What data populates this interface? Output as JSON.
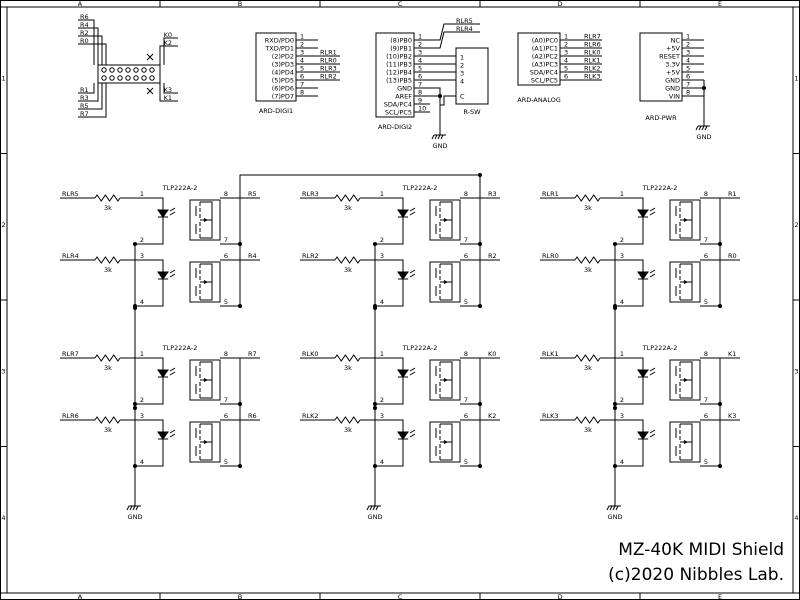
{
  "frame": {
    "col_labels": [
      "A",
      "B",
      "C",
      "D",
      "E"
    ],
    "row_labels": [
      "1",
      "2",
      "3",
      "4"
    ]
  },
  "title_block": {
    "title": "MZ-40K MIDI Shield",
    "copyright": "(c)2020 Nibbles Lab."
  },
  "header_connector": {
    "left_top": [
      "R6",
      "R4",
      "R2",
      "R0"
    ],
    "left_bottom": [
      "R1",
      "R3",
      "R5",
      "R7"
    ],
    "right_top": [
      "K0",
      "K2"
    ],
    "right_bottom": [
      "K3",
      "K1"
    ]
  },
  "digi1": {
    "name": "ARD-DIGI1",
    "pins": [
      "RXD/PD0",
      "TXD/PD1",
      "(2)PD2",
      "(3)PD3",
      "(4)PD4",
      "(5)PD5",
      "(6)PD6",
      "(7)PD7"
    ],
    "numbers": [
      "1",
      "2",
      "3",
      "4",
      "5",
      "6",
      "7",
      "8"
    ],
    "nets": [
      "",
      "",
      "RLR1",
      "RLR0",
      "RLR3",
      "RLR2",
      "",
      ""
    ]
  },
  "digi2": {
    "name": "ARD-DIGI2",
    "pins": [
      "(8)PB0",
      "(9)PB1",
      "(10)PB2",
      "(11)PB3",
      "(12)PB4",
      "(13)PB5",
      "GND",
      "AREF",
      "SDA/PC4",
      "SCL/PC5"
    ],
    "numbers": [
      "1",
      "2",
      "3",
      "4",
      "5",
      "6",
      "7",
      "8",
      "9",
      "10"
    ],
    "nets": [
      "RLR5",
      "RLR4"
    ]
  },
  "rsw": {
    "name": "R-SW",
    "pins": [
      "1",
      "2",
      "3",
      "4",
      "C"
    ],
    "gnd": "GND"
  },
  "analog": {
    "name": "ARD-ANALOG",
    "pins": [
      "(A0)PC0",
      "(A1)PC1",
      "(A2)PC2",
      "(A3)PC3",
      "SDA/PC4",
      "SCL/PC5"
    ],
    "numbers": [
      "1",
      "2",
      "3",
      "4",
      "5",
      "6"
    ],
    "nets": [
      "RLR7",
      "RLR6",
      "RLK0",
      "RLK1",
      "RLK2",
      "RLK3"
    ]
  },
  "pwr": {
    "name": "ARD-PWR",
    "pins": [
      "NC",
      "+5V",
      "RESET",
      "3.3V",
      "+5V",
      "GND",
      "GND",
      "VIN"
    ],
    "numbers": [
      "1",
      "2",
      "3",
      "4",
      "5",
      "6",
      "7",
      "8"
    ],
    "gnd": "GND"
  },
  "relays": {
    "part": "TLP222A-2",
    "resistor": "3k",
    "gnd": "GND",
    "pin_numbers": [
      "1",
      "2",
      "3",
      "4",
      "5",
      "6",
      "7",
      "8"
    ],
    "groups": [
      {
        "inputs": [
          "RLR5",
          "RLR4",
          "RLR7",
          "RLR6"
        ],
        "outputs": [
          "R5",
          "R4",
          "R7",
          "R6"
        ]
      },
      {
        "inputs": [
          "RLR3",
          "RLR2",
          "RLK0",
          "RLK2"
        ],
        "outputs": [
          "R3",
          "R2",
          "K0",
          "K2"
        ]
      },
      {
        "inputs": [
          "RLR1",
          "RLR0",
          "RLK1",
          "RLK3"
        ],
        "outputs": [
          "R1",
          "R0",
          "K1",
          "K3"
        ]
      }
    ]
  }
}
